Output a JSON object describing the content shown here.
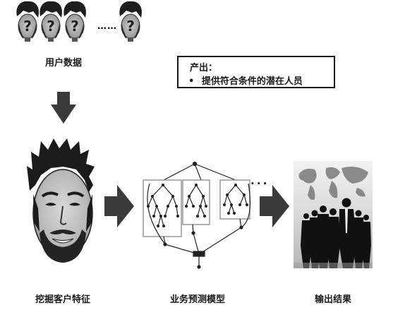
{
  "top_label": "用户数据",
  "ellipsis": "……",
  "output_box": {
    "title": "产出：",
    "bullet": "•",
    "item": "提供符合条件的潜在人员"
  },
  "labels": {
    "customer_features": "挖掘客户特征",
    "prediction_model": "业务预测模型",
    "output_result": "输出结果"
  },
  "model_dots": "• • •"
}
